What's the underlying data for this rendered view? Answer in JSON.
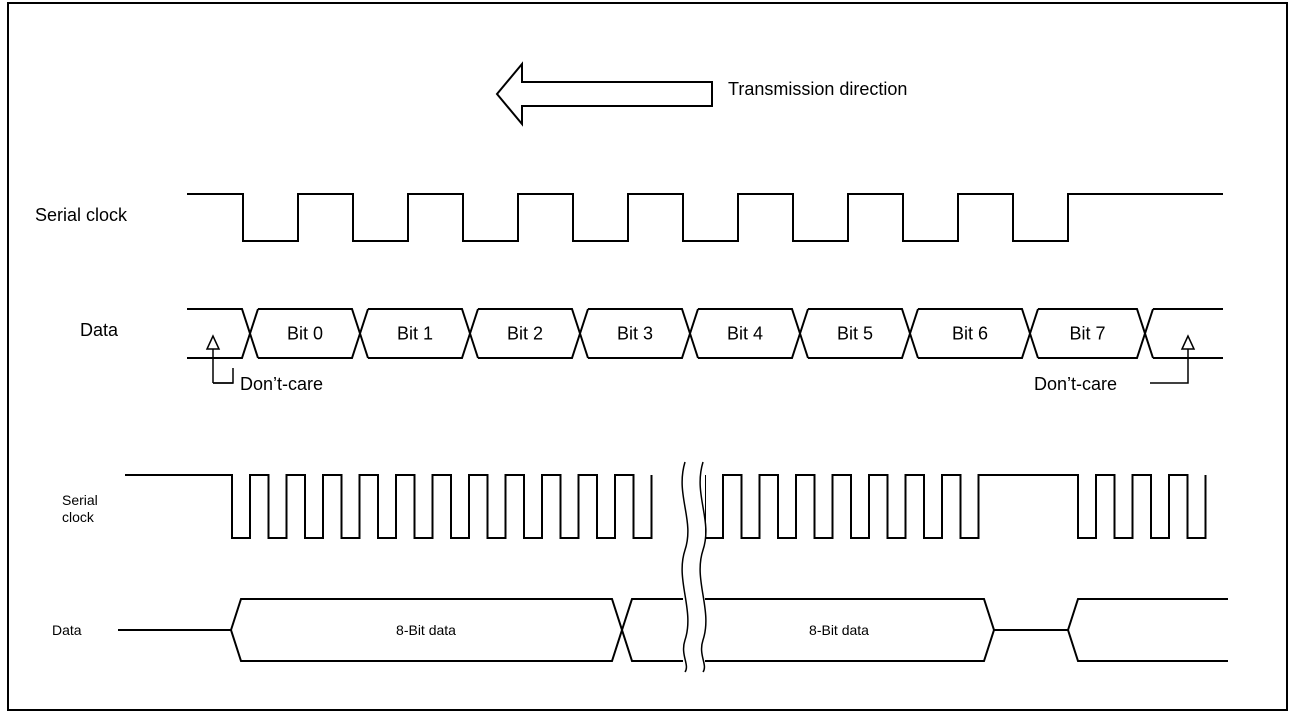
{
  "direction_label": "Transmission direction",
  "top": {
    "clock_label": "Serial clock",
    "data_label": "Data",
    "bits": [
      "Bit 0",
      "Bit 1",
      "Bit 2",
      "Bit 3",
      "Bit 4",
      "Bit 5",
      "Bit 6",
      "Bit 7"
    ],
    "dont_care_left": "Don’t-care",
    "dont_care_right": "Don’t-care"
  },
  "bottom": {
    "clock_label_line1": "Serial",
    "clock_label_line2": "clock",
    "data_label": "Data",
    "byte_label_1": "8-Bit data",
    "byte_label_2": "8-Bit data"
  }
}
